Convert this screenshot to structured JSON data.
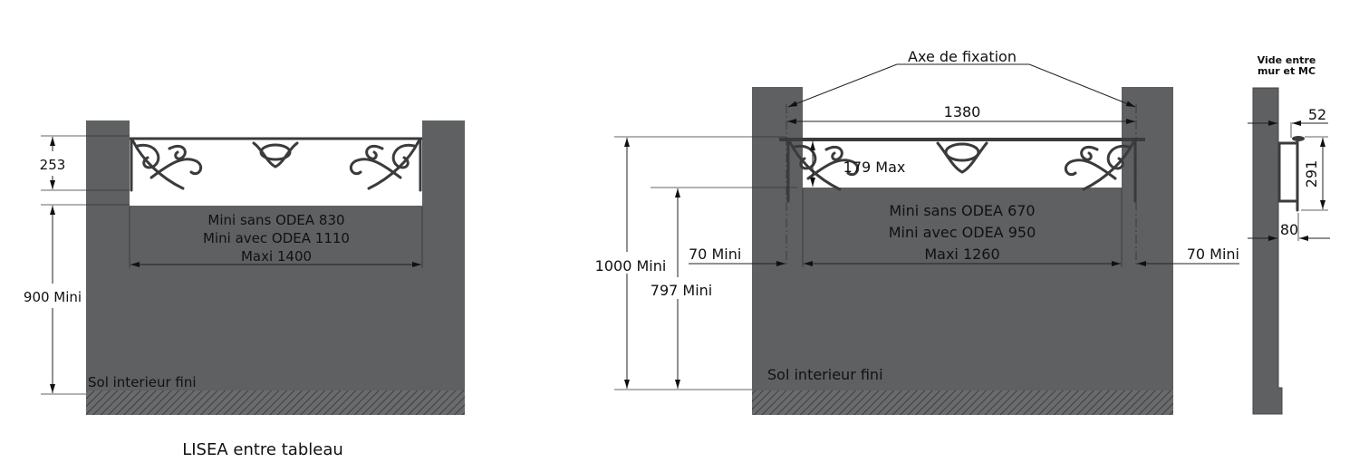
{
  "left": {
    "title": "LISEA entre tableau",
    "height_dim": "253",
    "floor_dim": "900 Mini",
    "width_lines": [
      "Mini sans ODEA 830",
      "Mini avec ODEA 1110",
      "Maxi 1400"
    ],
    "floor_label": "Sol interieur fini"
  },
  "middle": {
    "axis_label": "Axe de fixation",
    "axis_width": "1380",
    "height_dim": "179 Max",
    "floor_dim_outer": "1000 Mini",
    "floor_dim_inner": "797 Mini",
    "width_lines": [
      "Mini sans ODEA 670",
      "Mini avec ODEA 950",
      "Maxi 1260"
    ],
    "side_left": "70 Mini",
    "side_right": "70 Mini",
    "floor_label": "Sol interieur fini"
  },
  "side": {
    "title_line1": "Vide entre",
    "title_line2": "mur et MC",
    "dim_top": "52",
    "dim_height": "291",
    "dim_bottom": "80"
  },
  "colors": {
    "wall": "#5f6061",
    "ornament": "#3a3b3c"
  }
}
